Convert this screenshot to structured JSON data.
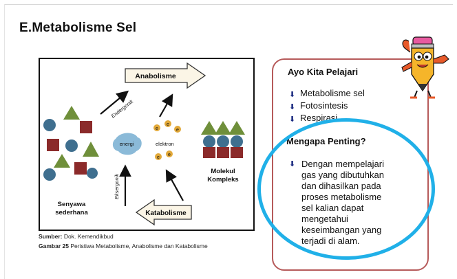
{
  "slide": {
    "title": "E.Metabolisme Sel"
  },
  "figure": {
    "anabolisme": "Anabolisme",
    "katabolisme": "Katabolisme",
    "endergonik": "Endergonik",
    "eksergonik": "Eksergonik",
    "energi": "energi",
    "elektron": "elektron",
    "electron_symbol": "e",
    "senyawa_1": "Senyawa",
    "senyawa_2": "sederhana",
    "molekul_1": "Molekul",
    "molekul_2": "Kompleks"
  },
  "caption": {
    "source_label": "Sumber:",
    "source_value": "Dok. Kemendikbud",
    "fig_label": "Gambar 25",
    "fig_text": "Peristiwa Metabolisme, Anabolisme dan Katabolisme"
  },
  "panel": {
    "heading1": "Ayo Kita Pelajari",
    "items": [
      "Metabolisme sel",
      "Fotosintesis",
      "Respirasi"
    ],
    "heading2": "Mengapa Penting?",
    "lines": [
      "Dengan mempelajari",
      "gas yang dibutuhkan",
      "dan dihasilkan pada",
      "proses metabolisme",
      "sel kalian dapat",
      "mengetahui",
      "keseimbangan yang",
      "terjadi di alam."
    ]
  },
  "icons": {
    "bullet": "arrow-down-bullet-icon",
    "mascot": "pencil-mascot-icon"
  },
  "colors": {
    "panel_border": "#b65a5a",
    "highlight_circle": "#20b0e8"
  }
}
